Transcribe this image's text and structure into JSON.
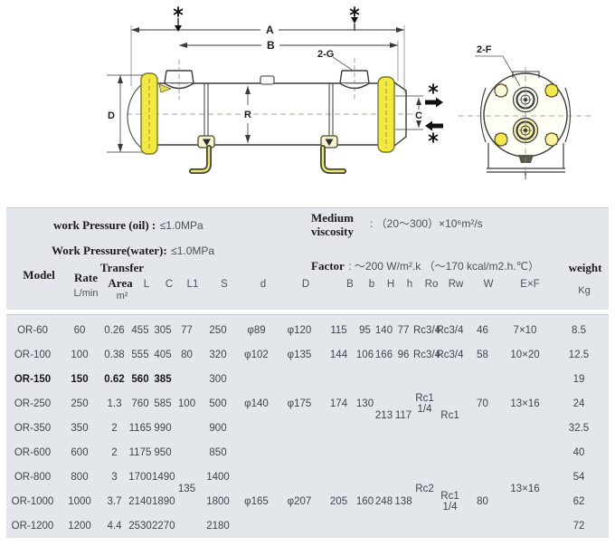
{
  "diagram": {
    "dim_a": "A",
    "dim_b": "B",
    "dim_d": "D",
    "dim_r": "R",
    "dim_c": "C",
    "label_ports_top": "2-G",
    "label_ports_end": "2-F",
    "icons": {
      "flow_marker": "asterisk-star",
      "flow_in": "down-arrow",
      "flow_out": "up-arrow",
      "water_side_in": "right-arrow",
      "water_side_out": "left-arrow"
    }
  },
  "specs": {
    "pressure_oil_label": "work Pressure (oil) :",
    "pressure_oil_value": "≤1.0MPa",
    "pressure_water_label": "Work Pressure(water):",
    "pressure_water_value": "≤1.0MPa",
    "viscosity_label_1": "Medium",
    "viscosity_label_2": "viscosity",
    "viscosity_value": ":  （20～300）×10⁶m²/s",
    "factor_label": "Factor",
    "factor_value": ":  ～200 W/m².k （～170 kcal/m2.h.℃）"
  },
  "table": {
    "headers": {
      "model": "Model",
      "rate": "Rate",
      "rate_unit": "L/min",
      "area_line1": "Transfer",
      "area_line2": "Area",
      "area_unit": "m²",
      "dims": [
        "L",
        "C",
        "L1",
        "S",
        "d",
        "D",
        "B",
        "b",
        "H",
        "h",
        "Ro",
        "Rw",
        "W",
        "E×F"
      ],
      "weight": "weight",
      "weight_unit": "Kg"
    },
    "rows": [
      {
        "model": "OR-60",
        "rate": "60",
        "area": "0.26",
        "L": "455",
        "C": "305",
        "L1": "77",
        "S": "250",
        "d": "φ89",
        "D": "φ120",
        "B": "115",
        "b": "95",
        "H": "140",
        "h": "77",
        "Ro": "Rc3/4",
        "Rw": "Rc3/4",
        "W": "46",
        "ExF": "7×10",
        "wt": "8.5"
      },
      {
        "model": "OR-100",
        "rate": "100",
        "area": "0.38",
        "L": "555",
        "C": "405",
        "L1": "80",
        "S": "320",
        "d": "φ102",
        "D": "φ135",
        "B": "144",
        "b": "106",
        "H": "166",
        "h": "96",
        "Ro": "Rc3/4",
        "Rw": "Rc3/4",
        "W": "58",
        "ExF": "10×20",
        "wt": "12.5"
      },
      {
        "model": "OR-150",
        "rate": "150",
        "area": "0.62",
        "L": "560",
        "C": "385",
        "S": "300",
        "wt": "19"
      },
      {
        "model": "OR-250",
        "rate": "250",
        "area": "1.3",
        "L": "760",
        "C": "585",
        "L1": "100",
        "S": "500",
        "d": "φ140",
        "D": "φ175",
        "B": "174",
        "b": "130",
        "H": "213",
        "h": "117",
        "Ro": "Rc1 1/4",
        "Rw": "Rc1",
        "W": "70",
        "ExF": "13×16",
        "wt": "24"
      },
      {
        "model": "OR-350",
        "rate": "350",
        "area": "2",
        "L": "1165",
        "C": "990",
        "S": "900",
        "wt": "32.5"
      },
      {
        "model": "OR-600",
        "rate": "600",
        "area": "2",
        "L": "1175",
        "C": "950",
        "L1": "135",
        "S": "850",
        "wt": "40"
      },
      {
        "model": "OR-800",
        "rate": "800",
        "area": "3",
        "L": "1700",
        "C": "1490",
        "S": "1400",
        "Ro": "Rc2",
        "ExF": "13×16",
        "wt": "54"
      },
      {
        "model": "OR-1000",
        "rate": "1000",
        "area": "3.7",
        "L": "2140",
        "C": "1890",
        "S": "1800",
        "d": "φ165",
        "D": "φ207",
        "B": "205",
        "b": "160",
        "H": "248",
        "h": "138",
        "Rw": "Rc1 1/4",
        "W": "80",
        "wt": "62"
      },
      {
        "model": "OR-1200",
        "rate": "1200",
        "area": "4.4",
        "L": "2530",
        "C": "2270",
        "S": "2180",
        "wt": "72"
      }
    ]
  }
}
